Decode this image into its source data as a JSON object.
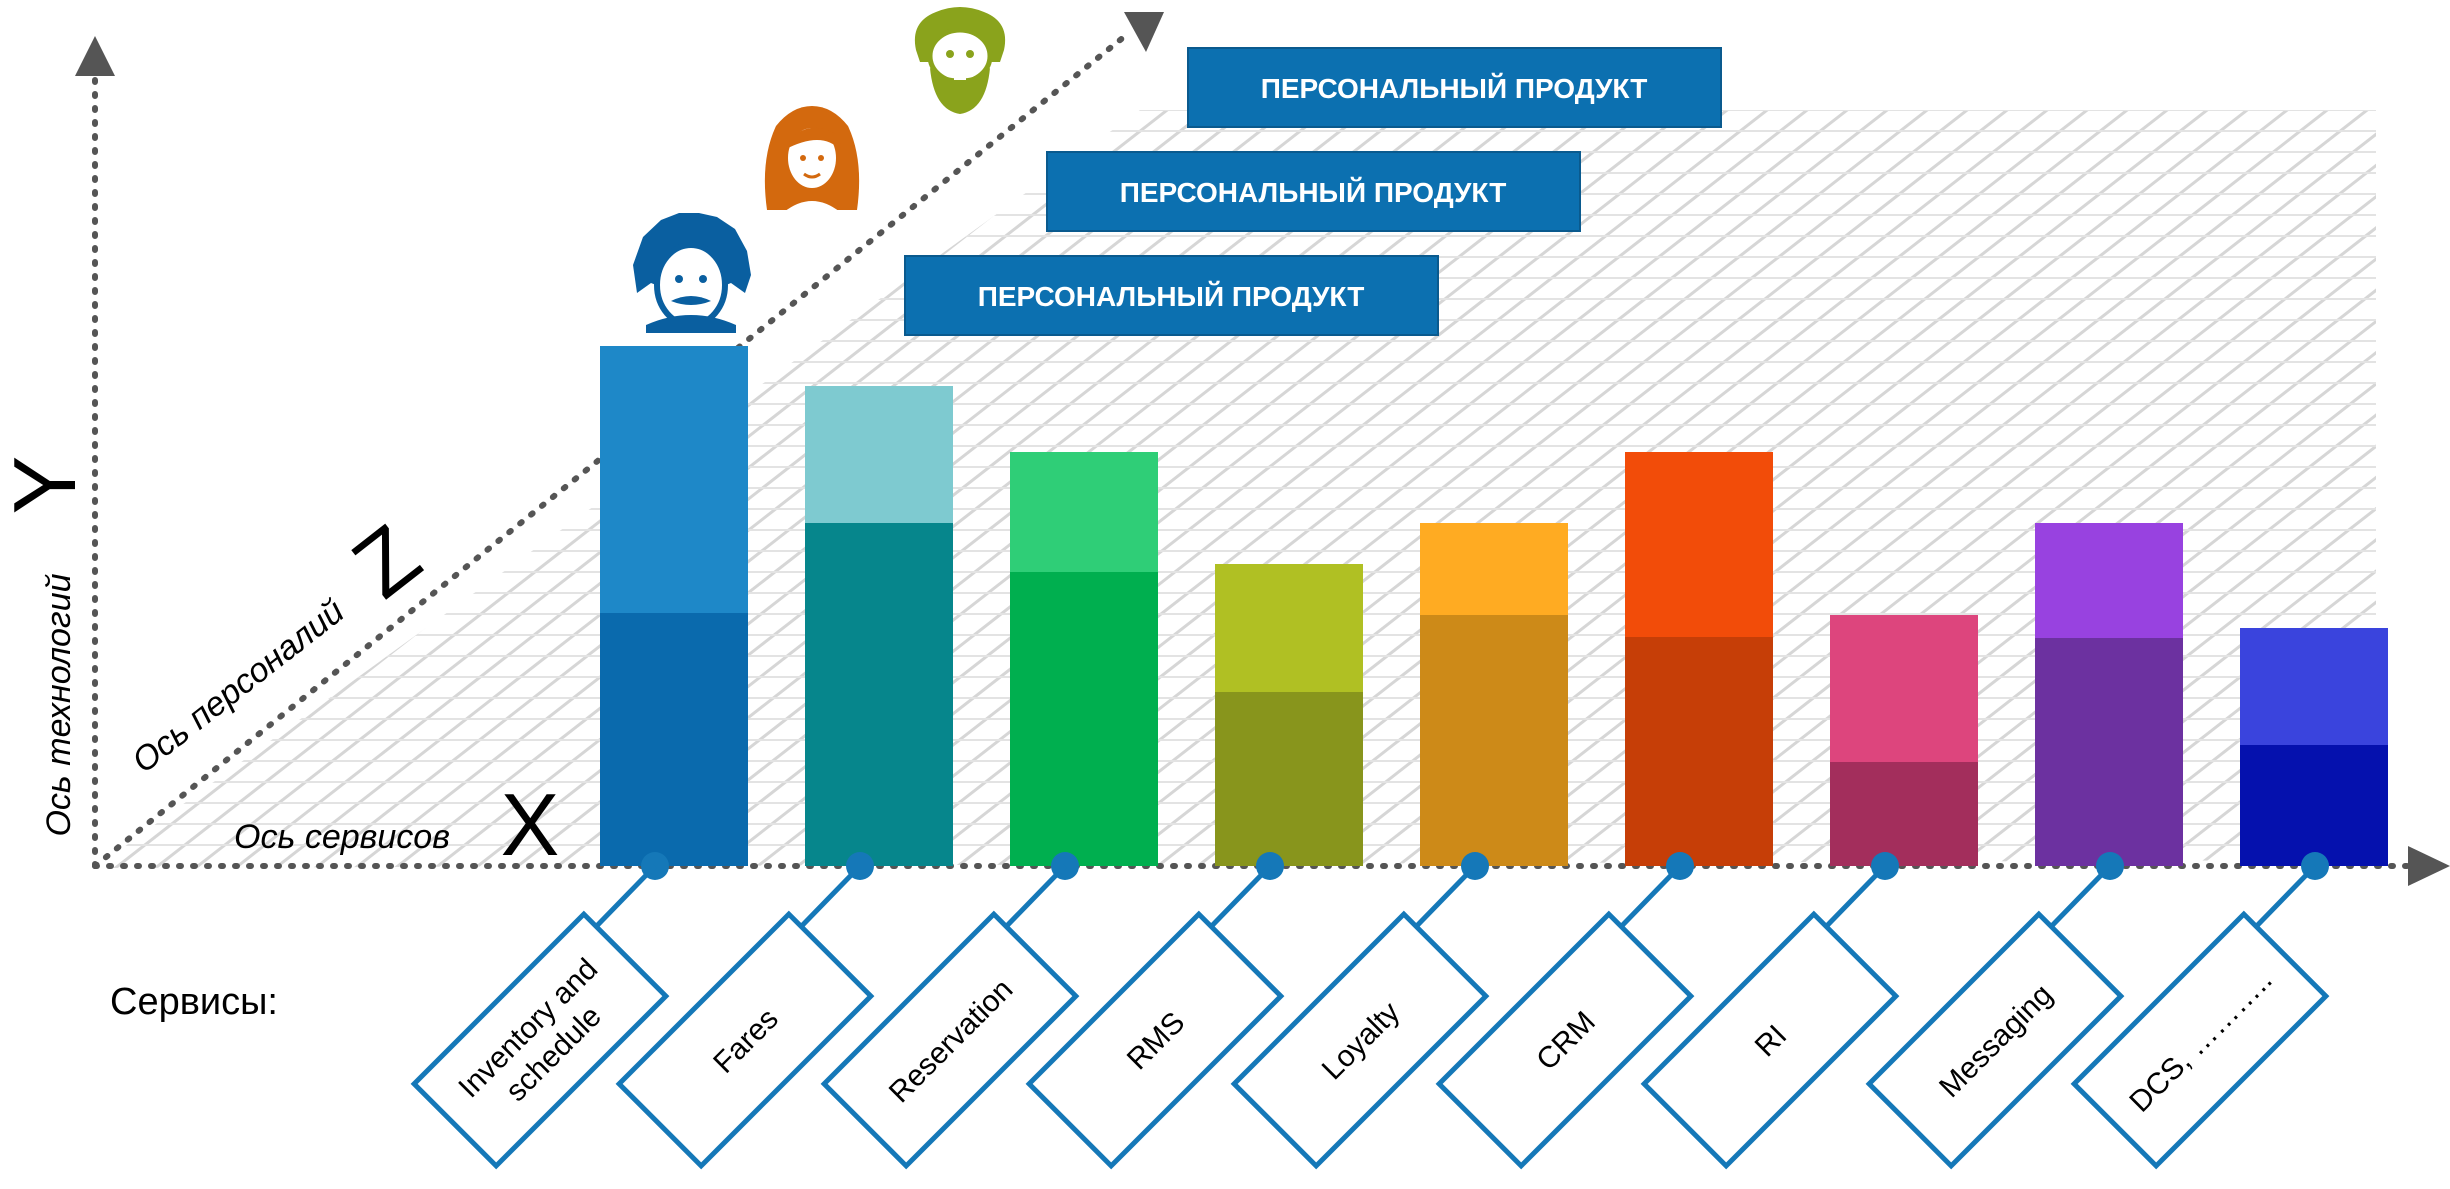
{
  "axes": {
    "y_letter": "Y",
    "y_caption": "Ось технологий",
    "z_letter": "Z",
    "z_caption": "Ось персоналий",
    "x_letter": "X",
    "x_caption": "Ось сервисов"
  },
  "services_caption": "Сервисы:",
  "banners": [
    {
      "label": "ПЕРСОНАЛЬНЫЙ ПРОДУКТ"
    },
    {
      "label": "ПЕРСОНАЛЬНЫЙ ПРОДУКТ"
    },
    {
      "label": "ПЕРСОНАЛЬНЫЙ ПРОДУКТ"
    }
  ],
  "personas": [
    {
      "icon": "einstein-avatar-icon",
      "color": "#0a5fa0"
    },
    {
      "icon": "woman-avatar-icon",
      "color": "#d3690e"
    },
    {
      "icon": "bearded-man-avatar-icon",
      "color": "#8aa31c"
    }
  ],
  "services": [
    {
      "name": "Inventory and schedule",
      "lines": [
        "Inventory and",
        "schedule"
      ],
      "top_color": "#1e88c8",
      "bottom_color": "#0a6aad"
    },
    {
      "name": "Fares",
      "lines": [
        "Fares"
      ],
      "top_color": "#7ecad0",
      "bottom_color": "#06868c"
    },
    {
      "name": "Reservation",
      "lines": [
        "Reservation"
      ],
      "top_color": "#2fce77",
      "bottom_color": "#00af4f"
    },
    {
      "name": "RMS",
      "lines": [
        "RMS"
      ],
      "top_color": "#b0c023",
      "bottom_color": "#88951c"
    },
    {
      "name": "Loyalty",
      "lines": [
        "Loyalty"
      ],
      "top_color": "#ffab22",
      "bottom_color": "#cd8a18"
    },
    {
      "name": "CRM",
      "lines": [
        "CRM"
      ],
      "top_color": "#f24c09",
      "bottom_color": "#c63e07"
    },
    {
      "name": "RI",
      "lines": [
        "RI"
      ],
      "top_color": "#dd457d",
      "bottom_color": "#a32e5c"
    },
    {
      "name": "Messaging",
      "lines": [
        "Messaging"
      ],
      "top_color": "#9842e0",
      "bottom_color": "#6c31a0"
    },
    {
      "name": "DCS, ………..",
      "lines": [
        "DCS, ……….."
      ],
      "top_color": "#3a44dd",
      "bottom_color": "#0511ae"
    }
  ],
  "colors": {
    "banner": "#0c70b0",
    "connector": "#1578b8",
    "axis": "#555555",
    "hatch": "#d6d6d6"
  }
}
